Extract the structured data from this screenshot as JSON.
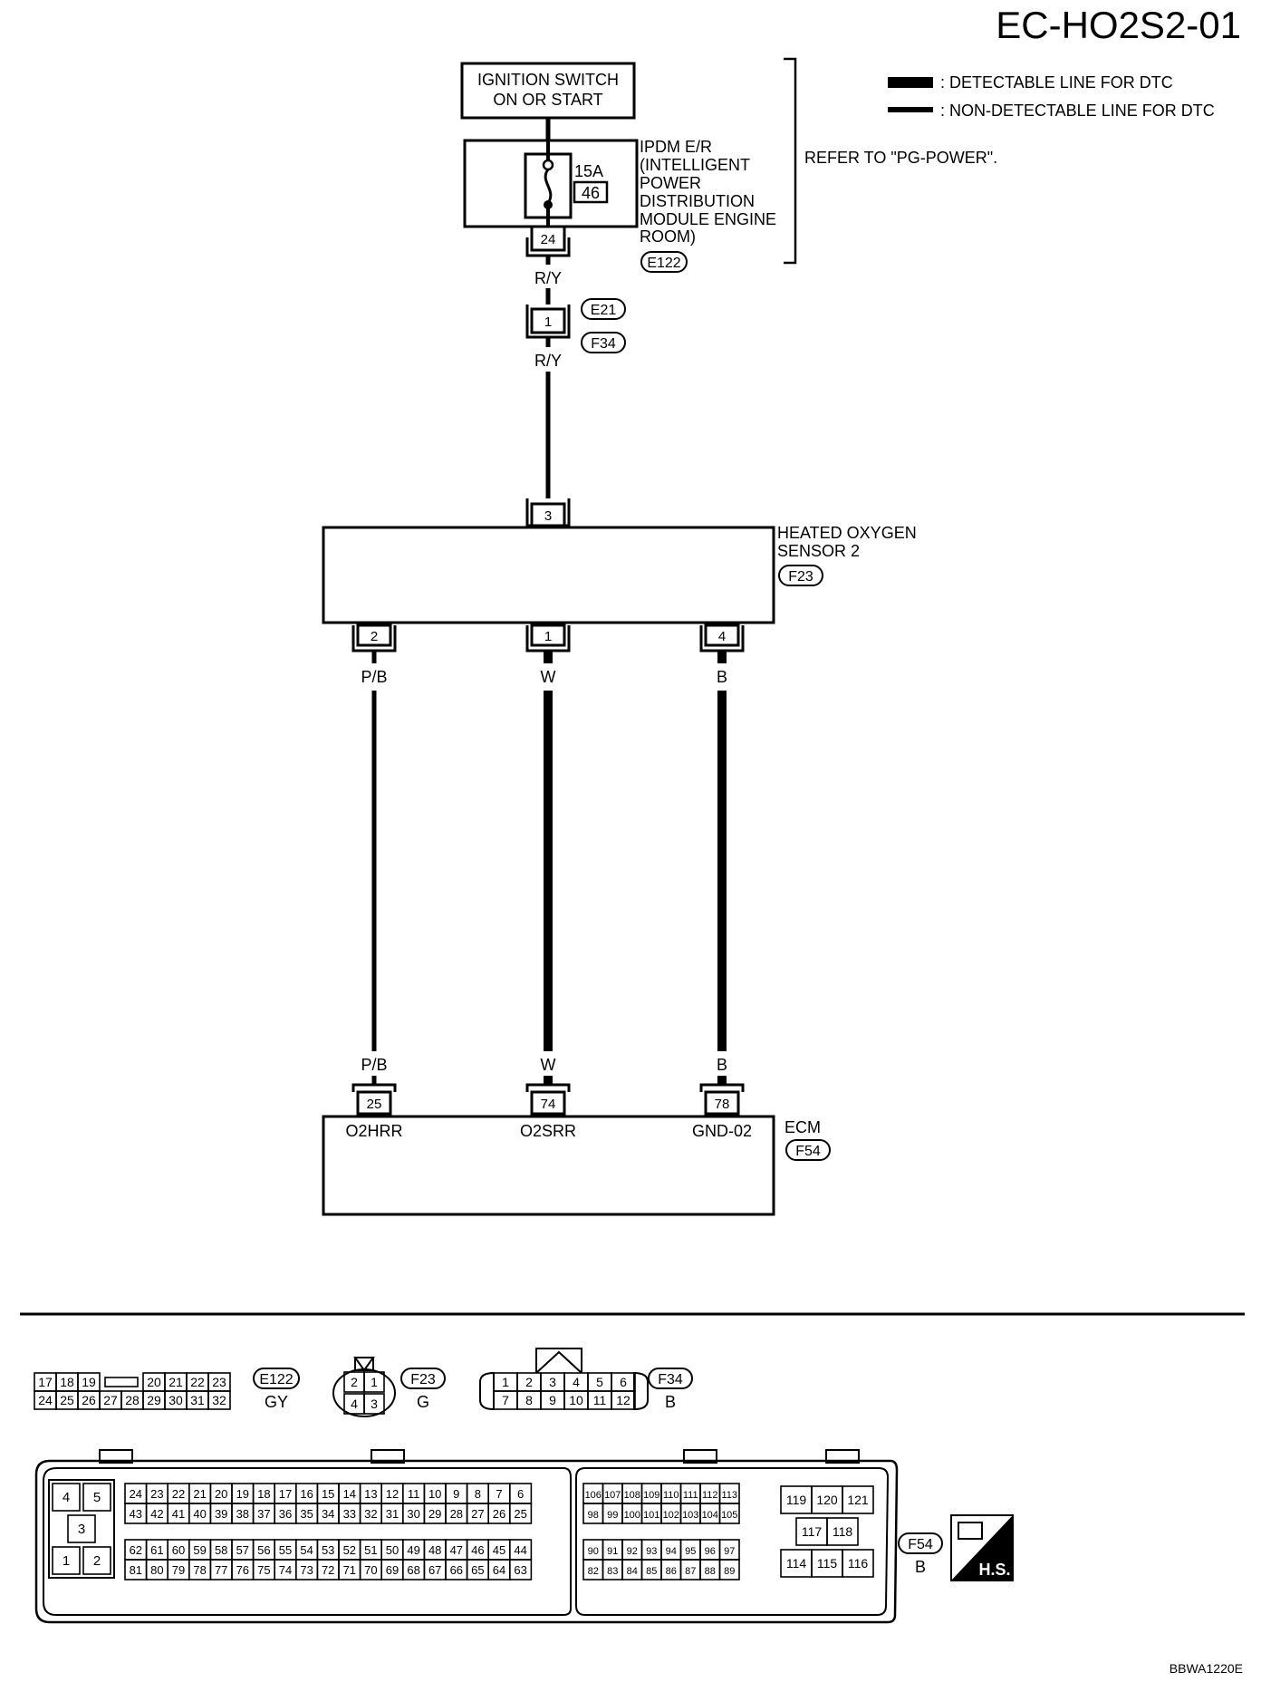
{
  "page": {
    "title": "EC-HO2S2-01",
    "footer_code": "BBWA1220E"
  },
  "legend": {
    "detectable": ": DETECTABLE LINE FOR DTC",
    "non_detectable": ": NON-DETECTABLE LINE FOR DTC"
  },
  "power": {
    "ignition_line1": "IGNITION SWITCH",
    "ignition_line2": "ON OR START",
    "ipdm_lines": [
      "IPDM E/R",
      "(INTELLIGENT",
      "POWER",
      "DISTRIBUTION",
      "MODULE ENGINE",
      "ROOM)"
    ],
    "fuse_amp": "15A",
    "fuse_no": "46",
    "ipdm_pin": "24",
    "ipdm_connector": "E122",
    "refer": "REFER TO \"PG-POWER\"."
  },
  "harness": {
    "wire_ry_top": "R/Y",
    "wire_ry_bottom": "R/Y",
    "joint_pin": "1",
    "joint_connector_a": "E21",
    "joint_connector_b": "F34"
  },
  "sensor": {
    "name_line1": "HEATED OXYGEN",
    "name_line2": "SENSOR 2",
    "connector": "F23",
    "pin_power": "3",
    "pins": [
      {
        "pin": "2",
        "color": "P/B"
      },
      {
        "pin": "1",
        "color": "W"
      },
      {
        "pin": "4",
        "color": "B"
      }
    ]
  },
  "ecm": {
    "name": "ECM",
    "connector": "F54",
    "pins": [
      {
        "pin": "25",
        "color": "P/B",
        "signal": "O2HRR"
      },
      {
        "pin": "74",
        "color": "W",
        "signal": "O2SRR"
      },
      {
        "pin": "78",
        "color": "B",
        "signal": "GND-02"
      }
    ]
  },
  "connectors": {
    "e122": {
      "id": "E122",
      "color": "GY",
      "row1a": [
        "17",
        "18",
        "19"
      ],
      "row1b": [
        "20",
        "21",
        "22",
        "23"
      ],
      "row2": [
        "24",
        "25",
        "26",
        "27",
        "28",
        "29",
        "30",
        "31",
        "32"
      ]
    },
    "f23": {
      "id": "F23",
      "color": "G",
      "pins": [
        "2",
        "1",
        "4",
        "3"
      ]
    },
    "f34": {
      "id": "F34",
      "color": "B",
      "row1": [
        "1",
        "2",
        "3",
        "4",
        "5",
        "6"
      ],
      "row2": [
        "7",
        "8",
        "9",
        "10",
        "11",
        "12"
      ]
    },
    "f54": {
      "id": "F54",
      "color": "B",
      "left_block": [
        "4",
        "5",
        "3",
        "1",
        "2"
      ],
      "row1": [
        "24",
        "23",
        "22",
        "21",
        "20",
        "19",
        "18",
        "17",
        "16",
        "15",
        "14",
        "13",
        "12",
        "11",
        "10",
        "9",
        "8",
        "7",
        "6"
      ],
      "row2": [
        "43",
        "42",
        "41",
        "40",
        "39",
        "38",
        "37",
        "36",
        "35",
        "34",
        "33",
        "32",
        "31",
        "30",
        "29",
        "28",
        "27",
        "26",
        "25"
      ],
      "row3": [
        "62",
        "61",
        "60",
        "59",
        "58",
        "57",
        "56",
        "55",
        "54",
        "53",
        "52",
        "51",
        "50",
        "49",
        "48",
        "47",
        "46",
        "45",
        "44"
      ],
      "row4": [
        "81",
        "80",
        "79",
        "78",
        "77",
        "76",
        "75",
        "74",
        "73",
        "72",
        "71",
        "70",
        "69",
        "68",
        "67",
        "66",
        "65",
        "64",
        "63"
      ],
      "mid_row1": [
        "106",
        "107",
        "108",
        "109",
        "110",
        "111",
        "112",
        "113"
      ],
      "mid_row2": [
        "98",
        "99",
        "100",
        "101",
        "102",
        "103",
        "104",
        "105"
      ],
      "mid_row3": [
        "90",
        "91",
        "92",
        "93",
        "94",
        "95",
        "96",
        "97"
      ],
      "mid_row4": [
        "82",
        "83",
        "84",
        "85",
        "86",
        "87",
        "88",
        "89"
      ],
      "right_row1": [
        "119",
        "120",
        "121"
      ],
      "right_row2": [
        "117",
        "118"
      ],
      "right_row3": [
        "114",
        "115",
        "116"
      ]
    },
    "hs_label": "H.S."
  }
}
